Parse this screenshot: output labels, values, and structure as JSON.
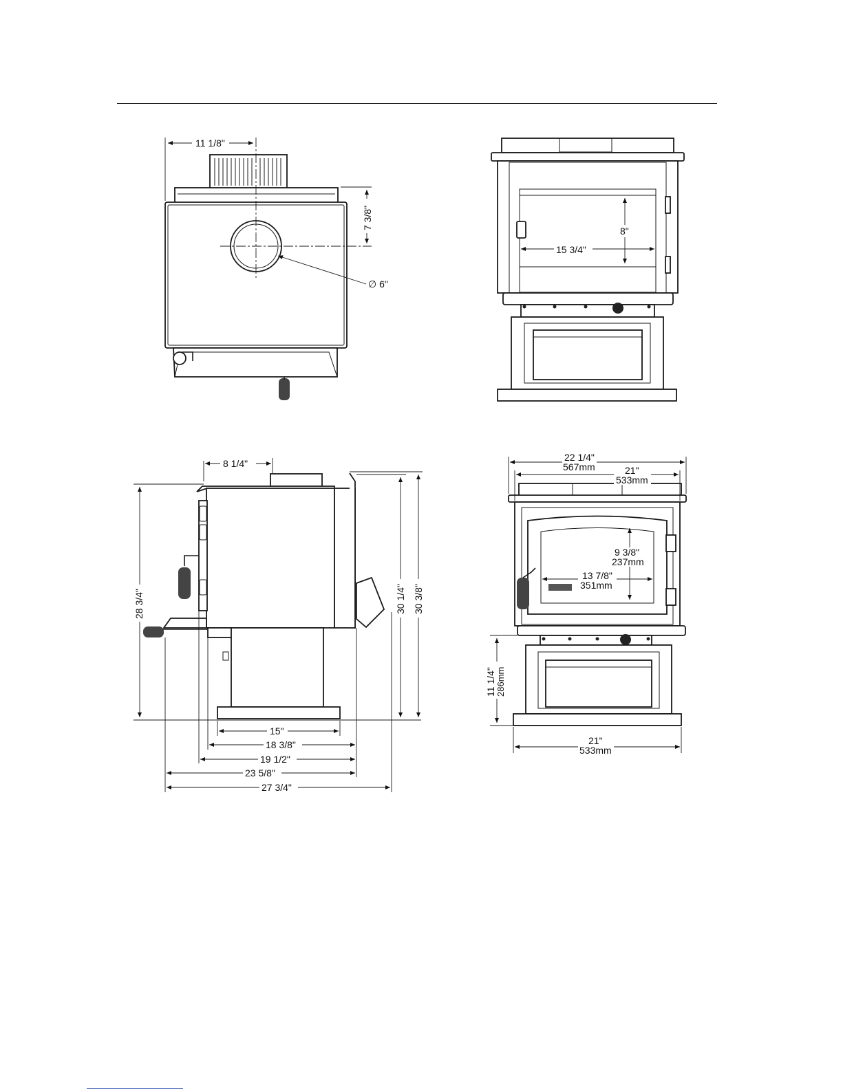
{
  "views": {
    "top": {
      "dim_width": "11 1/8\"",
      "dim_height": "7 3/8\"",
      "dim_diameter": "∅ 6\""
    },
    "front_open": {
      "dim_height": "8\"",
      "dim_width": "15 3/4\""
    },
    "side": {
      "dim_top_offset": "8 1/4\"",
      "dim_height_left": "28 3/4\"",
      "dim_height_mid": "30 1/4\"",
      "dim_height_right": "30 3/8\"",
      "dim_base_15": "15\"",
      "dim_18": "18 3/8\"",
      "dim_19": "19 1/2\"",
      "dim_23": "23 5/8\"",
      "dim_27": "27 3/4\""
    },
    "front": {
      "dim_top_in": "22 1/4\"",
      "dim_top_mm": "567mm",
      "dim_body_in": "21\"",
      "dim_body_mm": "533mm",
      "dim_glass_h_in": "9 3/8\"",
      "dim_glass_h_mm": "237mm",
      "dim_glass_w_in": "13 7/8\"",
      "dim_glass_w_mm": "351mm",
      "dim_pedestal_in": "11 1/4\"",
      "dim_pedestal_mm": "286mm",
      "dim_base_in": "21\"",
      "dim_base_mm": "533mm"
    }
  }
}
